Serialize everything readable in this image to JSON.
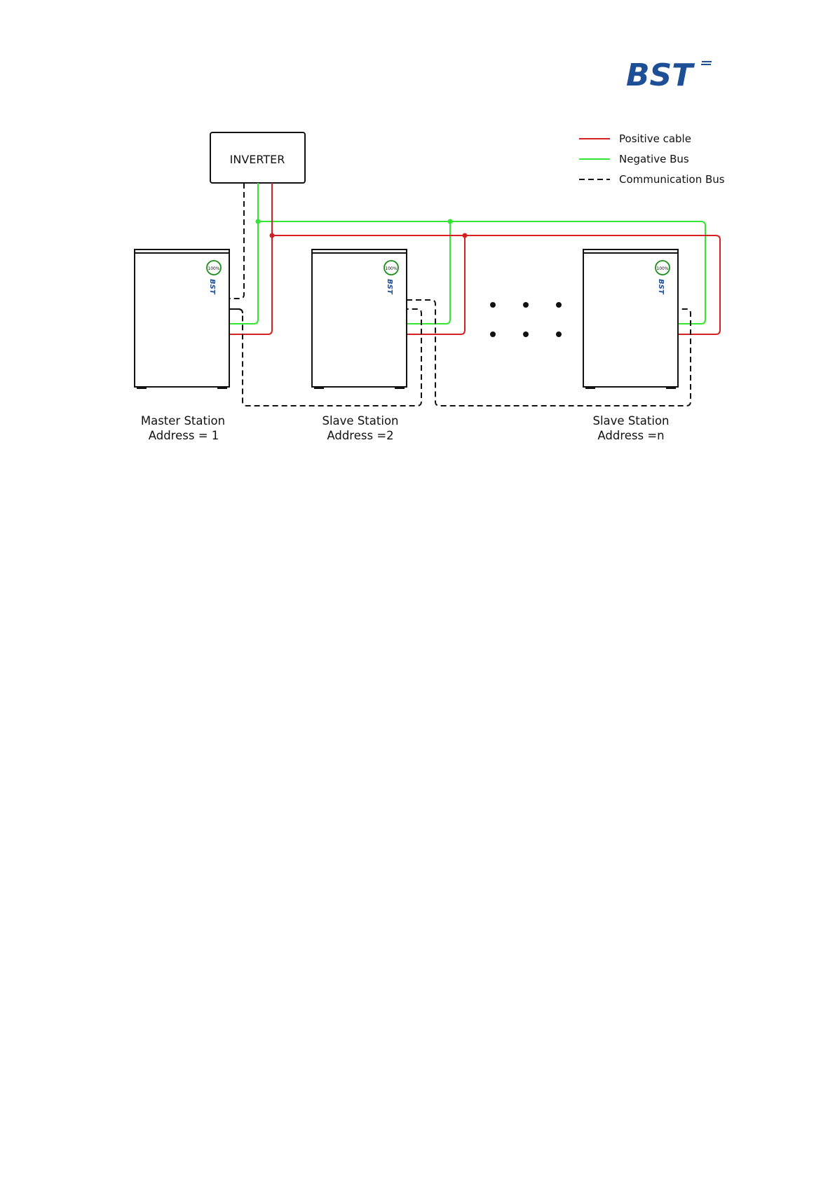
{
  "brand": {
    "logo_text": "BST",
    "logo_color": "#1d4f96"
  },
  "colors": {
    "positive": "#d42020",
    "negative": "#33e633",
    "communication": "#111111"
  },
  "inverter": {
    "label": "INVERTER"
  },
  "legend": {
    "positive": "Positive cable",
    "negative": "Negative Bus",
    "communication": "Communication Bus"
  },
  "stations": [
    {
      "name": "Master Station",
      "address": "Address = 1",
      "indicator": "100%"
    },
    {
      "name": "Slave Station",
      "address": "Address =2",
      "indicator": "100%"
    },
    {
      "name": "Slave Station",
      "address": "Address =n",
      "indicator": "100%"
    }
  ]
}
